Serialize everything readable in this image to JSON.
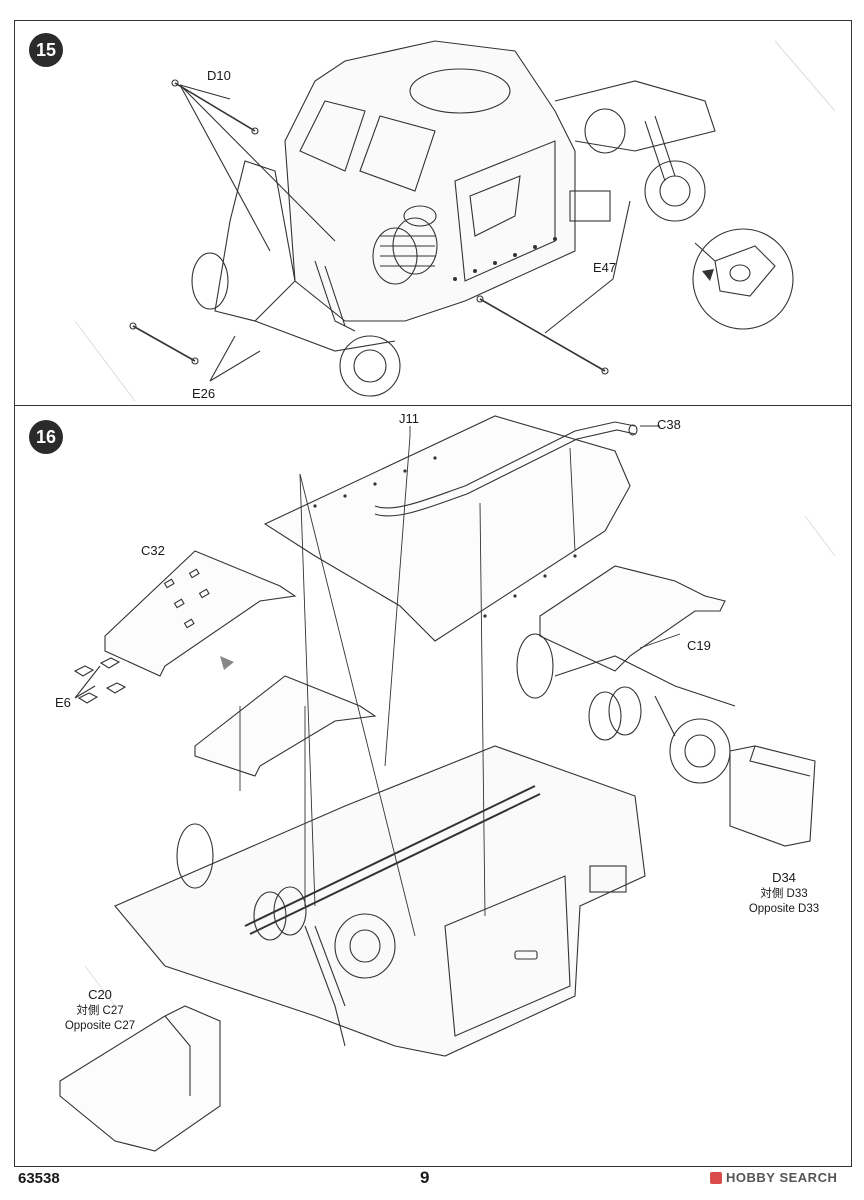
{
  "steps": [
    {
      "number": "15",
      "parts": {
        "d10": "D10",
        "e47": "E47",
        "e26": "E26"
      }
    },
    {
      "number": "16",
      "parts": {
        "j11": "J11",
        "c38": "C38",
        "c32": "C32",
        "c19": "C19",
        "e6": "E6",
        "d34": "D34",
        "d34_note_cn": "対側 D33",
        "d34_note_en": "Opposite D33",
        "c20": "C20",
        "c20_note_cn": "対側 C27",
        "c20_note_en": "Opposite C27"
      }
    }
  ],
  "footer": {
    "product_code": "63538",
    "page_number": "9"
  },
  "watermark": {
    "brand_hobby": "HOBBY",
    "brand_search": "SEARCH"
  }
}
